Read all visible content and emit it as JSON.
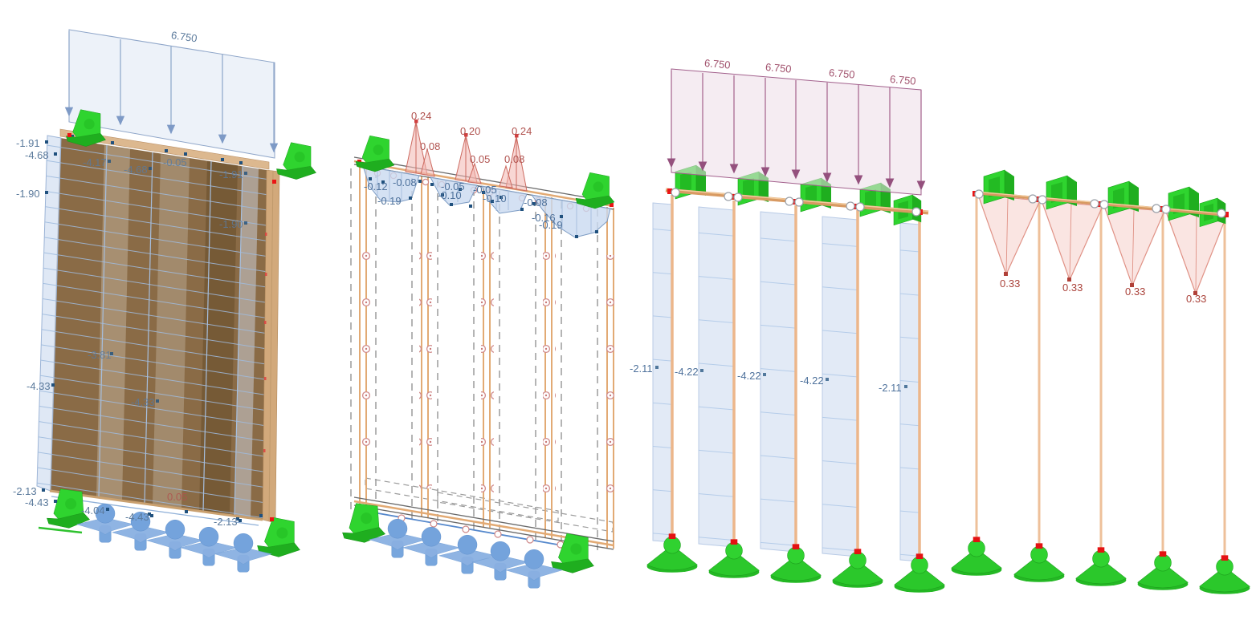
{
  "scene": {
    "description_labels": {
      "panel1": {
        "load_label": "6.750",
        "edge_labels": [
          "-1.91",
          "-4.68",
          "-1.90",
          "-4.33",
          "-2.13",
          "-4.43"
        ],
        "interior_labels": [
          "-4.17",
          "-4.68",
          "-0.05",
          "-1.91",
          "-1.90",
          "-3.81",
          "-4.33"
        ],
        "bottom_labels": [
          "-4.04",
          "-4.43",
          "-2.13"
        ],
        "red_label": "0.05"
      },
      "panel2": {
        "red_labels": [
          "0.24",
          "0.08",
          "0.20",
          "0.05",
          "0.24",
          "0.08"
        ],
        "blue_labels": [
          "-0.12",
          "-0.08",
          "-0.19",
          "-0.05",
          "-0.10",
          "-0.05",
          "-0.10",
          "-0.08",
          "-0.16",
          "-0.19"
        ]
      },
      "panel3": {
        "load_labels": [
          "6.750",
          "6.750",
          "6.750",
          "6.750"
        ],
        "member_labels": [
          "-2.11",
          "-4.22",
          "-4.22",
          "-4.22",
          "-2.11"
        ]
      },
      "panel4": {
        "apex_labels": [
          "0.33",
          "0.33",
          "0.33",
          "0.33"
        ]
      }
    },
    "colors": {
      "background": "#ffffff",
      "wall_brown": "#8a6b46",
      "frame_tan": "#dcb88f",
      "member_orange": "#ecb68a",
      "support_green": "#2fd42f",
      "support_green_dark": "#1fae1f",
      "anchor_blue": "#78a6dd",
      "load_blue_fill": "#dfe7f4",
      "load_blue_stroke": "#8fa6c9",
      "load_pink_fill": "#ece0e9",
      "load_pink_stroke": "#a2608c",
      "diagram_blue_fill": "#d0ddf0",
      "label_blue": "#5b7a9c",
      "label_red": "#b0524e",
      "label_maroon": "#a2536e",
      "node_red": "#ea1515",
      "node_blue": "#20517e"
    }
  }
}
